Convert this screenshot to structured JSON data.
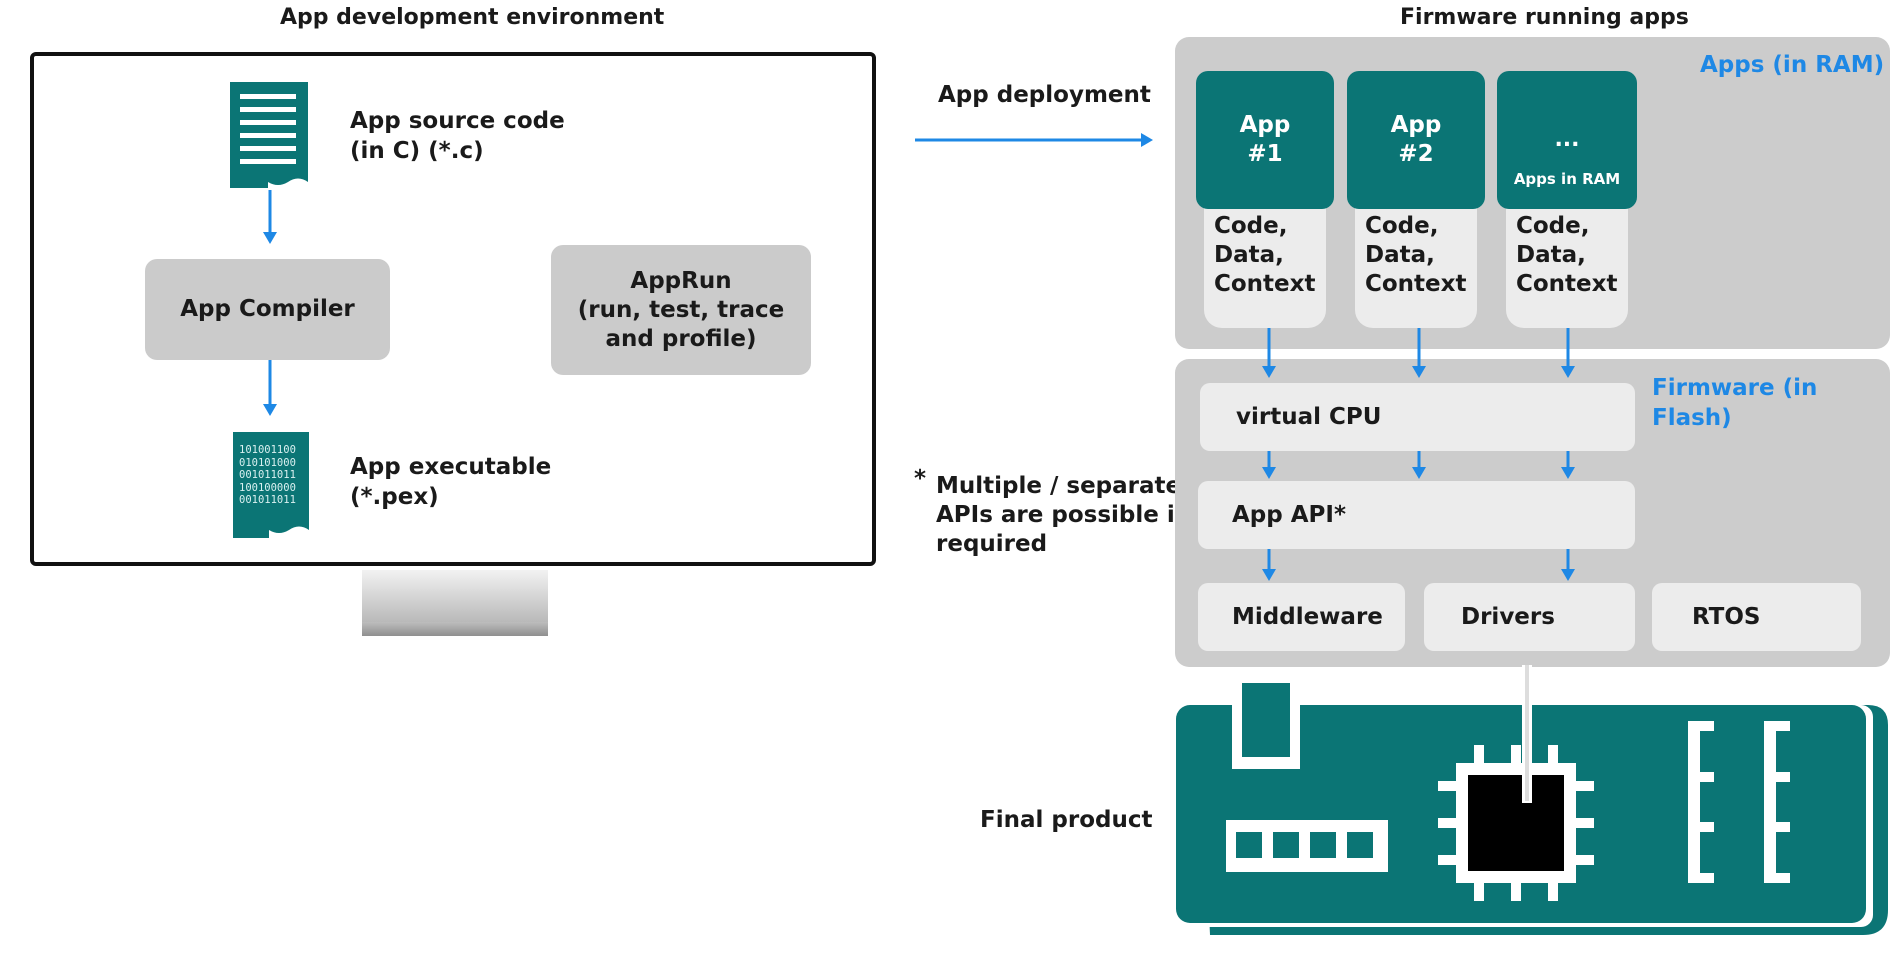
{
  "left": {
    "title": "App development environment",
    "source_label_1": "App source code",
    "source_label_2": "(in C) (*.c)",
    "compiler_label": "App Compiler",
    "apprun_1": "AppRun",
    "apprun_2": "(run, test, trace",
    "apprun_3": "and profile)",
    "exec_label_1": "App executable",
    "exec_label_2": "(*.pex)",
    "binary_lines": [
      "101001100",
      "010101000",
      "001011011",
      "100100000",
      "001011011"
    ]
  },
  "middle": {
    "deployment": "App deployment",
    "asterisk": "*",
    "note_1": "Multiple / separate",
    "note_2": "APIs are possible if",
    "note_3": "required",
    "final_product": "Final product"
  },
  "right": {
    "title": "Firmware running apps",
    "apps_ram_label": "Apps (in RAM)",
    "firmware_label": "Firmware (in Flash)",
    "apps": [
      {
        "line1": "App",
        "line2": "#1",
        "code": [
          "Code,",
          "Data,",
          "Context"
        ]
      },
      {
        "line1": "App",
        "line2": "#2",
        "code": [
          "Code,",
          "Data,",
          "Context"
        ]
      },
      {
        "line1": "...",
        "line2": "Apps in RAM",
        "code": [
          "Code,",
          "Data,",
          "Context"
        ]
      }
    ],
    "virtual_cpu": "virtual CPU",
    "app_api": "App API*",
    "middleware": "Middleware",
    "drivers": "Drivers",
    "rtos": "RTOS"
  },
  "colors": {
    "teal": "#0b7575",
    "arrow_blue": "#1e88e5",
    "panel_gray": "#cccccc",
    "box_light": "#ececec"
  }
}
